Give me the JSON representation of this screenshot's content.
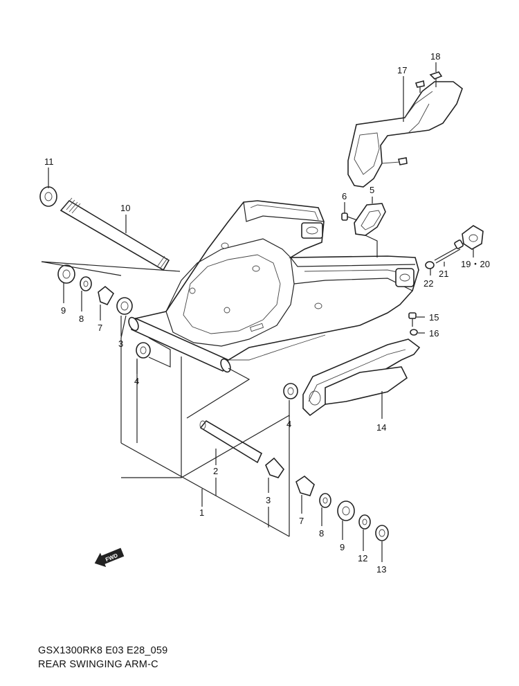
{
  "labels": {
    "p1": "1",
    "p2": "2",
    "p3a": "3",
    "p3b": "3",
    "p4a": "4",
    "p4b": "4",
    "p5": "5",
    "p6": "6",
    "p7a": "7",
    "p7b": "7",
    "p8a": "8",
    "p8b": "8",
    "p9a": "9",
    "p9b": "9",
    "p10": "10",
    "p11": "11",
    "p12": "12",
    "p13": "13",
    "p14": "14",
    "p15": "15",
    "p16": "16",
    "p17": "17",
    "p18": "18",
    "p1920": "19・20",
    "p21": "21",
    "p22": "22"
  },
  "fwd": {
    "text": "FWD",
    "icon": "fwd-arrow-icon"
  },
  "caption": {
    "model_code": "GSX1300RK8 E03 E28_059",
    "title": "REAR SWINGING ARM-C"
  }
}
